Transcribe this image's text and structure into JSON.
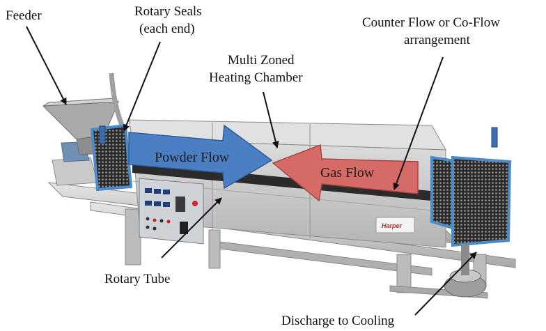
{
  "labels": {
    "feeder": "Feeder",
    "rotary_seals_1": "Rotary Seals",
    "rotary_seals_2": "(each end)",
    "heating_1": "Multi Zoned",
    "heating_2": "Heating Chamber",
    "counter_flow_1": "Counter Flow or Co-Flow",
    "counter_flow_2": "arrangement",
    "rotary_tube": "Rotary Tube",
    "discharge": "Discharge to Cooling"
  },
  "flows": {
    "powder": "Powder Flow",
    "gas": "Gas Flow"
  },
  "brand": "Harper",
  "colors": {
    "powder_arrow": "#4a7fc4",
    "gas_arrow": "#d66a66",
    "cage_frame": "#4a8cc9",
    "chamber": "#c8c8c8"
  }
}
